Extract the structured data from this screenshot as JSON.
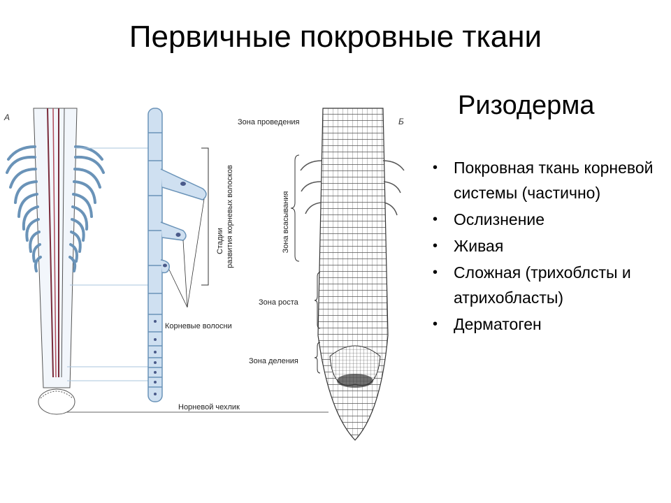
{
  "slide": {
    "title": "Первичные покровные ткани",
    "subtitle": "Ризодерма",
    "bullets": [
      "Покровная ткань корневой системы (частично)",
      "Ослизнение",
      "Живая",
      "Сложная (трихоблсты и атрихобласты)",
      "Дерматоген"
    ]
  },
  "figure": {
    "letter_a": "А",
    "letter_b": "Б",
    "stages_label_line1": "Стадии",
    "stages_label_line2": "развития корневых волосков",
    "root_hairs_label": "Корневые волосни",
    "root_cap_label": "Норневой чехлик",
    "zone_conduction": "Зона проведения",
    "zone_absorption": "Зона всасывания",
    "zone_growth": "Зона роста",
    "zone_division": "Зона деления"
  }
}
